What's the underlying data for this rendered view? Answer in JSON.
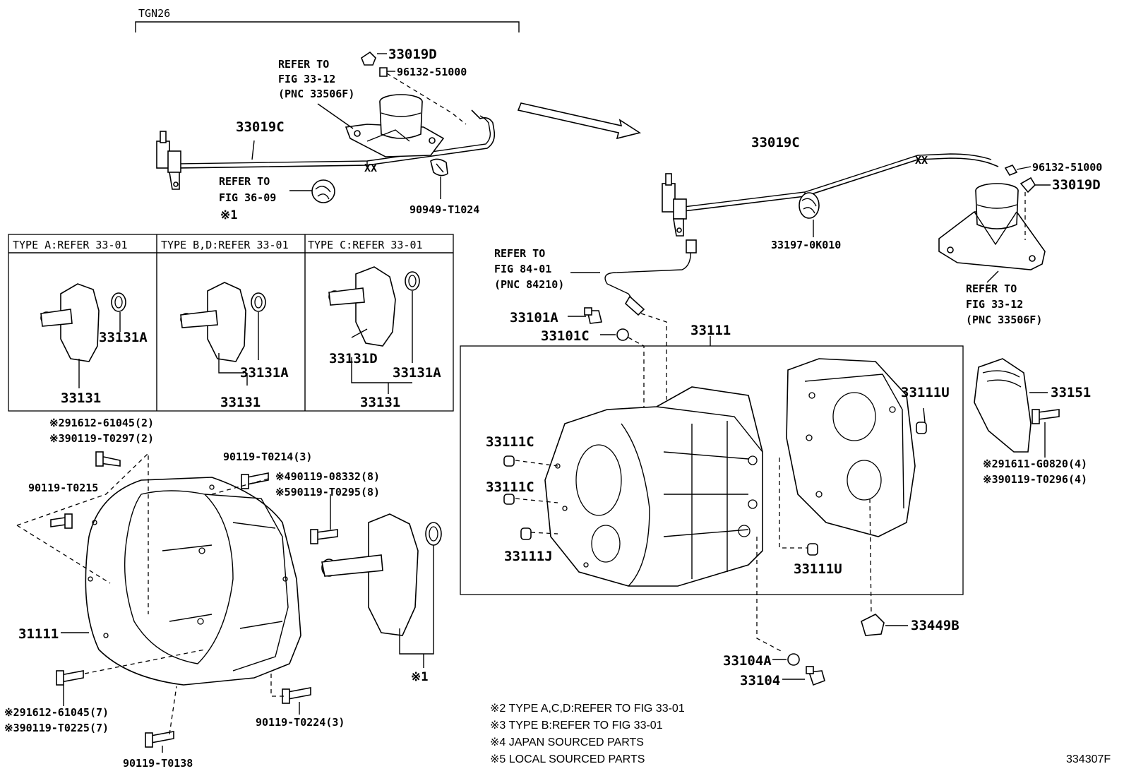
{
  "header": {
    "model": "TGN26"
  },
  "refs": {
    "fig_33_12_a": [
      "REFER TO",
      "FIG 33-12",
      "(PNC 33506F)"
    ],
    "fig_36_09": [
      "REFER TO",
      "FIG 36-09"
    ],
    "fig_84_01": [
      "REFER TO",
      "FIG 84-01",
      "(PNC 84210)"
    ],
    "fig_33_12_b": [
      "REFER TO",
      "FIG 33-12",
      "(PNC 33506F)"
    ]
  },
  "note_mark_1": "※1",
  "type_table": {
    "headers": [
      "TYPE  A:REFER 33-01",
      "TYPE B,D:REFER 33-01",
      "TYPE  C:REFER 33-01"
    ]
  },
  "parts": {
    "p33019D_a": "33019D",
    "p96132_a": "96132-51000",
    "p33019C_a": "33019C",
    "p90949": "90949-T1024",
    "p33019C_b": "33019C",
    "p96132_b": "96132-51000",
    "p33019D_b": "33019D",
    "p33197": "33197-0K010",
    "p33131A_1": "33131A",
    "p33131_1": "33131",
    "p33131A_2": "33131A",
    "p33131_2": "33131",
    "p33131D": "33131D",
    "p33131A_3": "33131A",
    "p33131_3": "33131",
    "p291612_a": "※291612-61045(2)",
    "p390119_a": "※390119-T0297(2)",
    "p90119_T0215": "90119-T0215",
    "p90119_T0214": "90119-T0214(3)",
    "p490119": "※490119-08332(8)",
    "p590119": "※590119-T0295(8)",
    "p31111": "31111",
    "p291612_b": "※291612-61045(7)",
    "p390119_b": "※390119-T0225(7)",
    "p90119_T0224": "90119-T0224(3)",
    "p90119_T0138": "90119-T0138",
    "p_mark1_bottom": "※1",
    "p33101A": "33101A",
    "p33101C": "33101C",
    "p33111": "33111",
    "p33111C_1": "33111C",
    "p33111C_2": "33111C",
    "p33111J": "33111J",
    "p33111U_1": "33111U",
    "p33111U_2": "33111U",
    "p33151": "33151",
    "p291611": "※291611-G0820(4)",
    "p390119_c": "※390119-T0296(4)",
    "p33449B": "33449B",
    "p33104A": "33104A",
    "p33104": "33104"
  },
  "notes": [
    "※2 TYPE A,C,D:REFER TO FIG 33-01",
    "※3 TYPE B:REFER TO FIG 33-01",
    "※4 JAPAN SOURCED PARTS",
    "※5 LOCAL SOURCED PARTS"
  ],
  "illustration_id": "334307F"
}
